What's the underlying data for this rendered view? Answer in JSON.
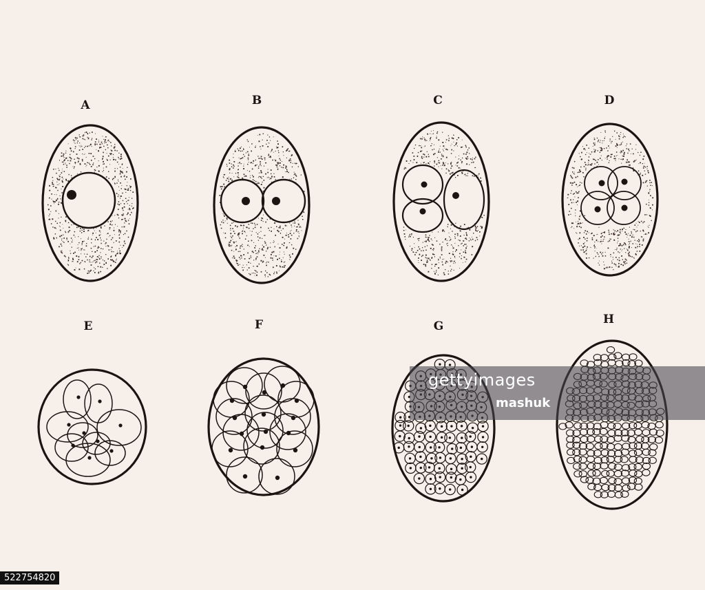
{
  "figures": [
    {
      "letter": "A"
    },
    {
      "letter": "B"
    },
    {
      "letter": "C"
    },
    {
      "letter": "D"
    },
    {
      "letter": "E"
    },
    {
      "letter": "F"
    },
    {
      "letter": "G"
    },
    {
      "letter": "H"
    }
  ],
  "watermark": {
    "logo": "gettyimages",
    "credit": "mashuk"
  },
  "image_id": "522754820",
  "colors": {
    "paper": "#f7efe9",
    "ink": "#1c1411",
    "stipple": "#3a2a24"
  }
}
